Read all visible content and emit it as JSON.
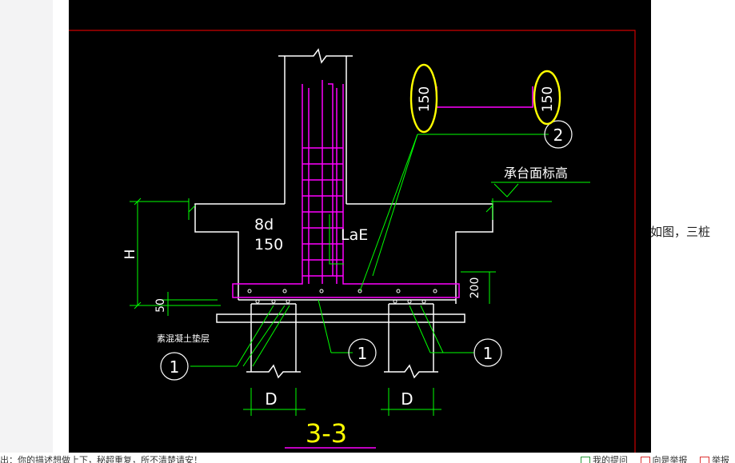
{
  "drawing": {
    "section_title": "3-3",
    "cap_top_label": "承台面标高",
    "cushion_label": "素混凝土垫层",
    "height_label": "H",
    "dim_50": "50",
    "dim_200": "200",
    "dim_150_left": "150",
    "dim_150_right": "150",
    "text_8d": "8d",
    "text_150": "150",
    "text_lae": "LaE",
    "pile_d_left": "D",
    "pile_d_right": "D",
    "callout_2": "2",
    "callout_1a": "1",
    "callout_1b": "1",
    "callout_1c": "1",
    "colors": {
      "background": "#000000",
      "frame": "#cc0000",
      "lines": "#ffffff",
      "dimensions": "#00ff00",
      "rebar": "#ff00ff",
      "highlight": "#ffff00",
      "title": "#ffff00"
    }
  },
  "page": {
    "right_note": "如图，三桩",
    "bottom_left_text": "出：你的描述想做上下，秘超重复，所不清楚请安！",
    "actions": [
      "我的提问",
      "向是举报",
      "举报"
    ]
  }
}
